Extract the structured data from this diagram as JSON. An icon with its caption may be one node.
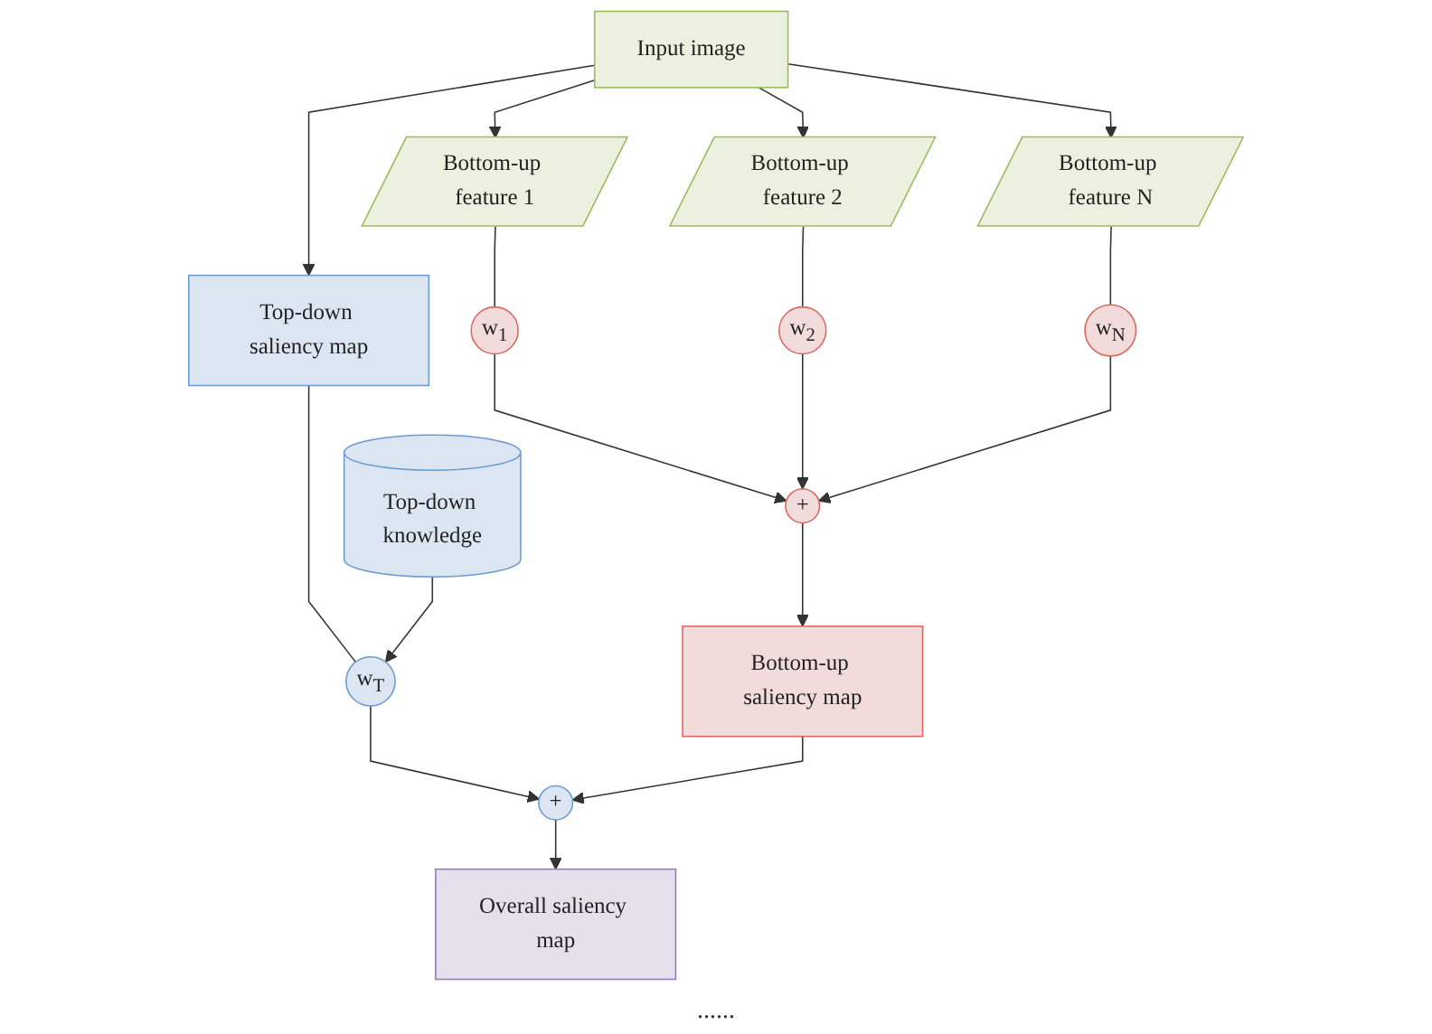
{
  "diagram": {
    "nodes": [
      {
        "text": [
          "Input image"
        ]
      },
      {
        "text": [
          "Bottom-up feature 1"
        ]
      },
      {
        "text": [
          "Bottom-up feature 2"
        ]
      },
      {
        "text": [
          "Bottom-up feature N"
        ]
      },
      {
        "text": [
          "Top-down saliency map"
        ]
      },
      {
        "text": [
          "w$_{1}$"
        ]
      },
      {
        "text": [
          "w$_{2}$"
        ]
      },
      {
        "text": [
          "w$_{N}$"
        ]
      },
      {
        "text": [
          "+"
        ]
      },
      {
        "text": [
          "w$_{T}$"
        ]
      },
      {
        "text": [
          "Top-down knowledge"
        ]
      },
      {
        "text": [
          "+"
        ]
      },
      {
        "text": [
          "Bottom-up saliency map"
        ]
      },
      {
        "text": [
          "Overall saliency map"
        ]
      }
    ],
    "edges": [
      {
        "from": 0,
        "to": 1,
        "arrow": "to"
      },
      {
        "from": 0,
        "to": 2,
        "arrow": "to"
      },
      {
        "from": 0,
        "to": 3,
        "arrow": "to"
      },
      {
        "from": 0,
        "to": 4,
        "arrow": "to"
      },
      {
        "from": 1,
        "to": 5,
        "arrow": "none"
      },
      {
        "from": 2,
        "to": 6,
        "arrow": "none"
      },
      {
        "from": 3,
        "to": 7,
        "arrow": "none"
      },
      {
        "from": 5,
        "to": 8,
        "arrow": "to"
      },
      {
        "from": 6,
        "to": 8,
        "arrow": "to"
      },
      {
        "from": 7,
        "to": 8,
        "arrow": "to"
      },
      {
        "from": 8,
        "to": 12,
        "arrow": "to"
      },
      {
        "from": 4,
        "to": 9,
        "arrow": "none"
      },
      {
        "from": 10,
        "to": 9,
        "arrow": "to"
      },
      {
        "from": 9,
        "to": 11,
        "arrow": "to"
      },
      {
        "from": 12,
        "to": 11,
        "arrow": "to"
      },
      {
        "from": 11,
        "to": 13,
        "arrow": "to"
      }
    ],
    "labels": [
      "......"
    ]
  }
}
